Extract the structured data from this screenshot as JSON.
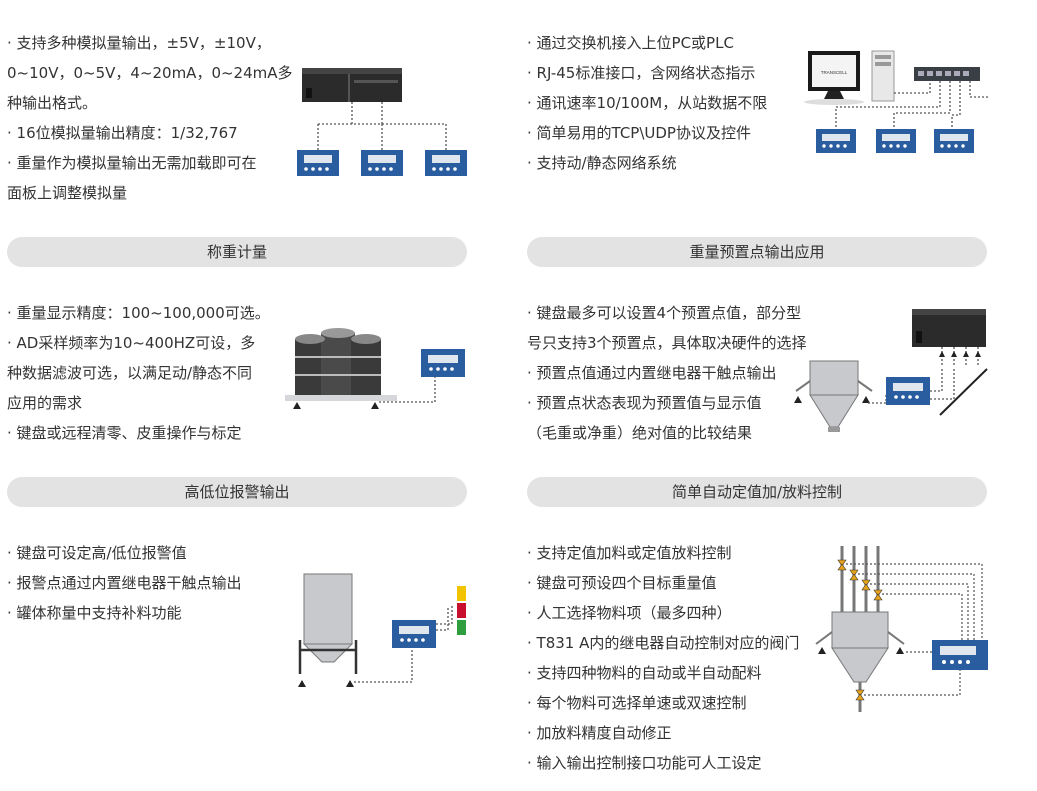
{
  "colors": {
    "bar_bg": "#e3e3e3",
    "text": "#333333",
    "device_blue": "#2a5d9f",
    "plc_dark": "#2b2b2b",
    "silo_grey": "#c7c9cc",
    "alarm_yellow": "#f2c300",
    "alarm_red": "#c8102e",
    "alarm_green": "#2e9e3e",
    "valve_orange": "#e6a21a"
  },
  "sections": [
    {
      "id": "analog",
      "lines": [
        "· 支持多种模拟量输出，±5V，±10V，",
        "0~10V，0~5V，4~20mA，0~24mA多",
        "种输出格式。",
        "· 16位模拟量输出精度：1/32,767",
        "· 重量作为模拟量输出无需加载即可在",
        "面板上调整模拟量"
      ],
      "icons": [
        "plc-icon",
        "terminal-icon"
      ]
    },
    {
      "id": "network",
      "lines": [
        "· 通过交换机接入上位PC或PLC",
        "· RJ-45标准接口，含网络状态指示",
        "· 通讯速率10/100M，从站数据不限",
        "· 简单易用的TCP\\UDP协议及控件",
        "· 支持动/静态网络系统"
      ],
      "monitor_brand": "TRANSCELL",
      "icons": [
        "computer-icon",
        "switch-icon",
        "terminal-icon"
      ]
    },
    {
      "id": "weighing",
      "title": "称重计量",
      "lines": [
        "· 重量显示精度：100~100,000可选。",
        "· AD采样频率为10~400HZ可设，多",
        "种数据滤波可选，以满足动/静态不同",
        "应用的需求",
        "· 键盘或远程清零、皮重操作与标定"
      ],
      "icons": [
        "barrels-icon",
        "terminal-icon"
      ]
    },
    {
      "id": "setpoint",
      "title": "重量预置点输出应用",
      "lines": [
        "· 键盘最多可以设置4个预置点值，部分型",
        "号只支持3个预置点，具体取决硬件的选择",
        "· 预置点值通过内置继电器干触点输出",
        "· 预置点状态表现为预置值与显示值",
        "（毛重或净重）绝对值的比较结果"
      ],
      "icons": [
        "hopper-icon",
        "terminal-icon",
        "plc-icon"
      ]
    },
    {
      "id": "alarm",
      "title": "高低位报警输出",
      "lines": [
        "· 键盘可设定高/低位报警值",
        "· 报警点通过内置继电器干触点输出",
        "· 罐体称量中支持补料功能"
      ],
      "icons": [
        "silo-icon",
        "terminal-icon",
        "signal-lights-icon"
      ]
    },
    {
      "id": "batching",
      "title": "简单自动定值加/放料控制",
      "lines": [
        "· 支持定值加料或定值放料控制",
        "· 键盘可预设四个目标重量值",
        "· 人工选择物料项（最多四种）",
        "· T831 A内的继电器自动控制对应的阀门",
        "· 支持四种物料的自动或半自动配料",
        "· 每个物料可选择单速或双速控制",
        "· 加放料精度自动修正",
        "· 输入输出控制接口功能可人工设定"
      ],
      "icons": [
        "hopper-icon",
        "valve-icon",
        "terminal-icon"
      ]
    }
  ]
}
